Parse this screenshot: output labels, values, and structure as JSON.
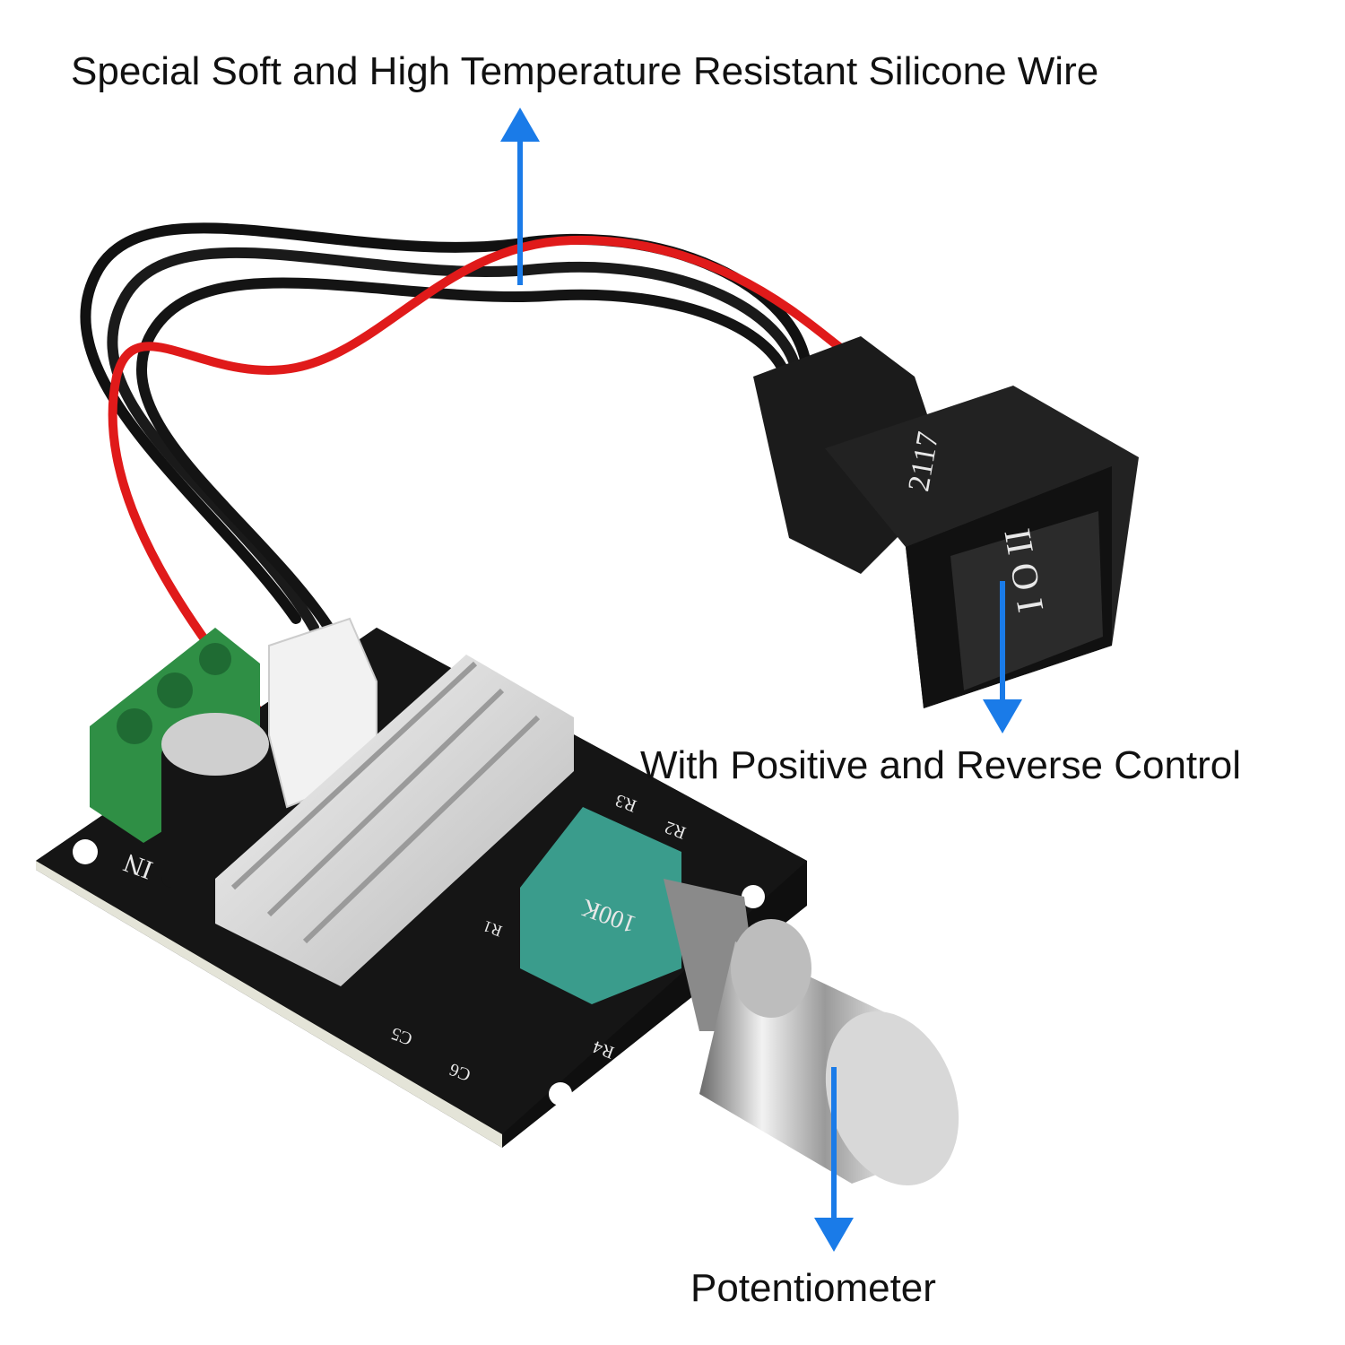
{
  "callouts": {
    "wire": "Special Soft and High Temperature Resistant Silicone Wire",
    "switch": "With Positive and Reverse Control",
    "knob": "Potentiometer"
  },
  "pcb_markings": {
    "input": "IN",
    "r1": "R1",
    "r2": "R2",
    "r3": "R3",
    "r4": "R4",
    "c5": "C5",
    "c6": "C6",
    "pot_value": "100K"
  },
  "switch_symbols": {
    "face": "I O II",
    "side": "2117"
  },
  "colors": {
    "arrow": "#1a7be8",
    "wire_red": "#e01a1a",
    "wire_black": "#111111",
    "pcb": "#151515",
    "terminal": "#2f8f45",
    "pot_body": "#3a9c8c"
  },
  "icons": [
    "arrow-up-icon",
    "arrow-down-icon",
    "arrow-down-icon"
  ]
}
